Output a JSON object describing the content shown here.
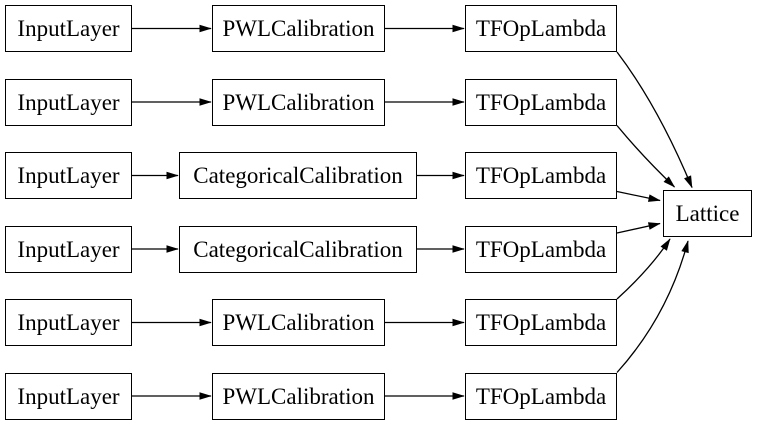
{
  "graph": {
    "kind": "model-architecture-diagram",
    "colors": {
      "background": "#ffffff",
      "node_fill": "#ffffff",
      "node_border": "#000000",
      "edge": "#000000",
      "text": "#000000"
    },
    "rows": [
      {
        "input": "InputLayer",
        "calibrator": "PWLCalibration",
        "op": "TFOpLambda"
      },
      {
        "input": "InputLayer",
        "calibrator": "PWLCalibration",
        "op": "TFOpLambda"
      },
      {
        "input": "InputLayer",
        "calibrator": "CategoricalCalibration",
        "op": "TFOpLambda"
      },
      {
        "input": "InputLayer",
        "calibrator": "CategoricalCalibration",
        "op": "TFOpLambda"
      },
      {
        "input": "InputLayer",
        "calibrator": "PWLCalibration",
        "op": "TFOpLambda"
      },
      {
        "input": "InputLayer",
        "calibrator": "PWLCalibration",
        "op": "TFOpLambda"
      }
    ],
    "output": {
      "label": "Lattice"
    },
    "edges": [
      {
        "from": "InputLayer#1",
        "to": "PWLCalibration#1"
      },
      {
        "from": "PWLCalibration#1",
        "to": "TFOpLambda#1"
      },
      {
        "from": "TFOpLambda#1",
        "to": "Lattice"
      },
      {
        "from": "InputLayer#2",
        "to": "PWLCalibration#2"
      },
      {
        "from": "PWLCalibration#2",
        "to": "TFOpLambda#2"
      },
      {
        "from": "TFOpLambda#2",
        "to": "Lattice"
      },
      {
        "from": "InputLayer#3",
        "to": "CategoricalCalibration#3"
      },
      {
        "from": "CategoricalCalibration#3",
        "to": "TFOpLambda#3"
      },
      {
        "from": "TFOpLambda#3",
        "to": "Lattice"
      },
      {
        "from": "InputLayer#4",
        "to": "CategoricalCalibration#4"
      },
      {
        "from": "CategoricalCalibration#4",
        "to": "TFOpLambda#4"
      },
      {
        "from": "TFOpLambda#4",
        "to": "Lattice"
      },
      {
        "from": "InputLayer#5",
        "to": "PWLCalibration#5"
      },
      {
        "from": "PWLCalibration#5",
        "to": "TFOpLambda#5"
      },
      {
        "from": "TFOpLambda#5",
        "to": "Lattice"
      },
      {
        "from": "InputLayer#6",
        "to": "PWLCalibration#6"
      },
      {
        "from": "PWLCalibration#6",
        "to": "TFOpLambda#6"
      },
      {
        "from": "TFOpLambda#6",
        "to": "Lattice"
      }
    ]
  }
}
